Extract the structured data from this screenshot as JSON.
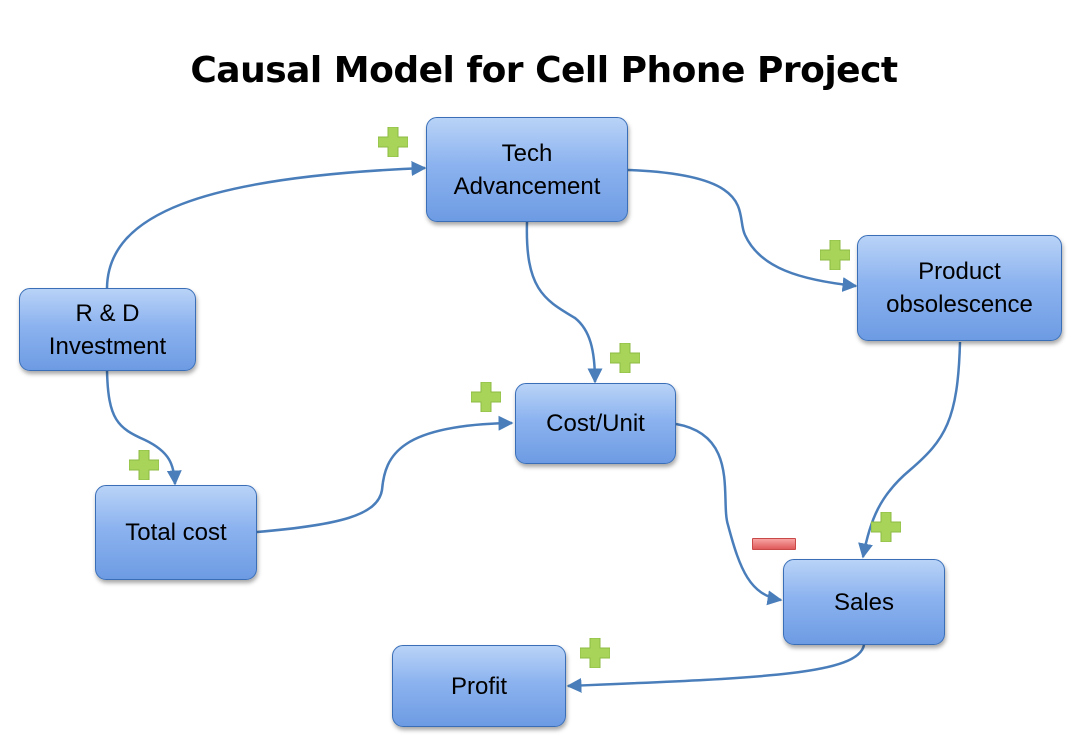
{
  "title": "Causal Model for Cell Phone Project",
  "nodes": {
    "tech": "Tech\nAdvancement",
    "rd": "R & D\nInvestment",
    "obsolescence": "Product\nobsolescence",
    "cost_unit": "Cost/Unit",
    "total_cost": "Total cost",
    "sales": "Sales",
    "profit": "Profit"
  },
  "links": [
    {
      "from": "R & D Investment",
      "to": "Tech Advancement",
      "polarity": "+"
    },
    {
      "from": "Tech Advancement",
      "to": "Product obsolescence",
      "polarity": "+"
    },
    {
      "from": "Tech Advancement",
      "to": "Cost/Unit",
      "polarity": "+"
    },
    {
      "from": "R & D Investment",
      "to": "Total cost",
      "polarity": "+"
    },
    {
      "from": "Total cost",
      "to": "Cost/Unit",
      "polarity": "+"
    },
    {
      "from": "Cost/Unit",
      "to": "Sales",
      "polarity": "-"
    },
    {
      "from": "Product obsolescence",
      "to": "Sales",
      "polarity": "+"
    },
    {
      "from": "Sales",
      "to": "Profit",
      "polarity": "+"
    }
  ],
  "colors": {
    "node_fill": "#8cb3ef",
    "node_border": "#3a6fb8",
    "arrow": "#4a7ebb",
    "plus_sign": "#a8d45a",
    "minus_sign": "#e05a5a"
  },
  "icons": {
    "positive": "plus-sign-icon",
    "negative": "minus-sign-icon"
  }
}
